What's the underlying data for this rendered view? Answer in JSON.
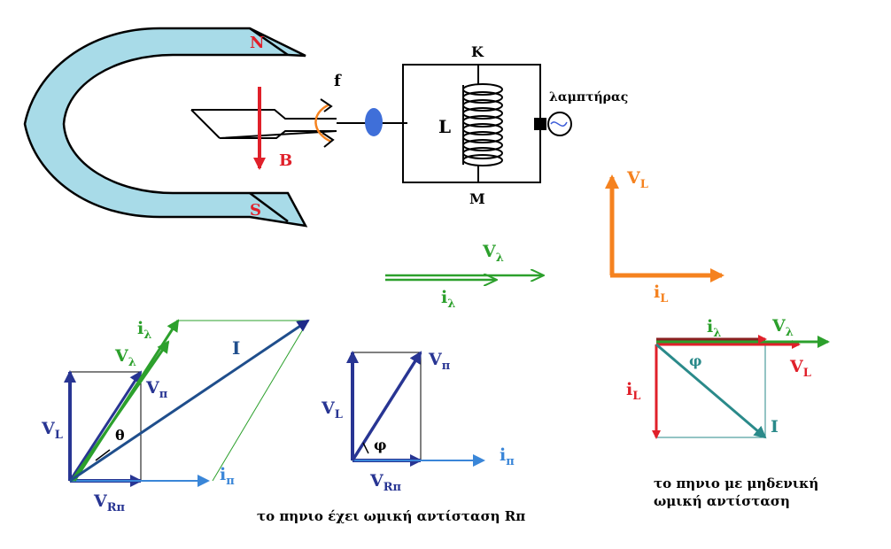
{
  "colors": {
    "magnet": "#a8dbe8",
    "red": "#e0202a",
    "orange": "#f5821f",
    "green": "#2ca02c",
    "dark_navy": "#283593",
    "navy_bold": "#1f2a8a",
    "blue": "#3a86d8",
    "teal": "#2a8a8a",
    "oval": "#3f6fd9"
  },
  "magnet": {
    "north": "N",
    "south": "S",
    "field": "B",
    "frequency": "f"
  },
  "circuit": {
    "node_top": "K",
    "node_bottom": "M",
    "coil": "L",
    "lamp": "λαμπτήρας"
  },
  "vectors": {
    "VL_main": "V",
    "VL_sub": "L",
    "iL_main": "i",
    "iL_sub": "L",
    "Vl_main": "V",
    "Vl_sub": "λ",
    "il_main": "i",
    "il_sub": "λ",
    "Vp_main": "V",
    "Vp_sub": "π",
    "VRp_main": "V",
    "VRp_sub": "Rπ",
    "ip_main": "i",
    "ip_sub": "π",
    "I": "I",
    "theta": "θ",
    "phi": "φ"
  },
  "captions": {
    "resistive_coil": "το πηνιο έχει ωμική αντίσταση  Rπ",
    "ideal_coil_line1": "το πηνιο  με μηδενική",
    "ideal_coil_line2": "ωμική αντίσταση"
  }
}
